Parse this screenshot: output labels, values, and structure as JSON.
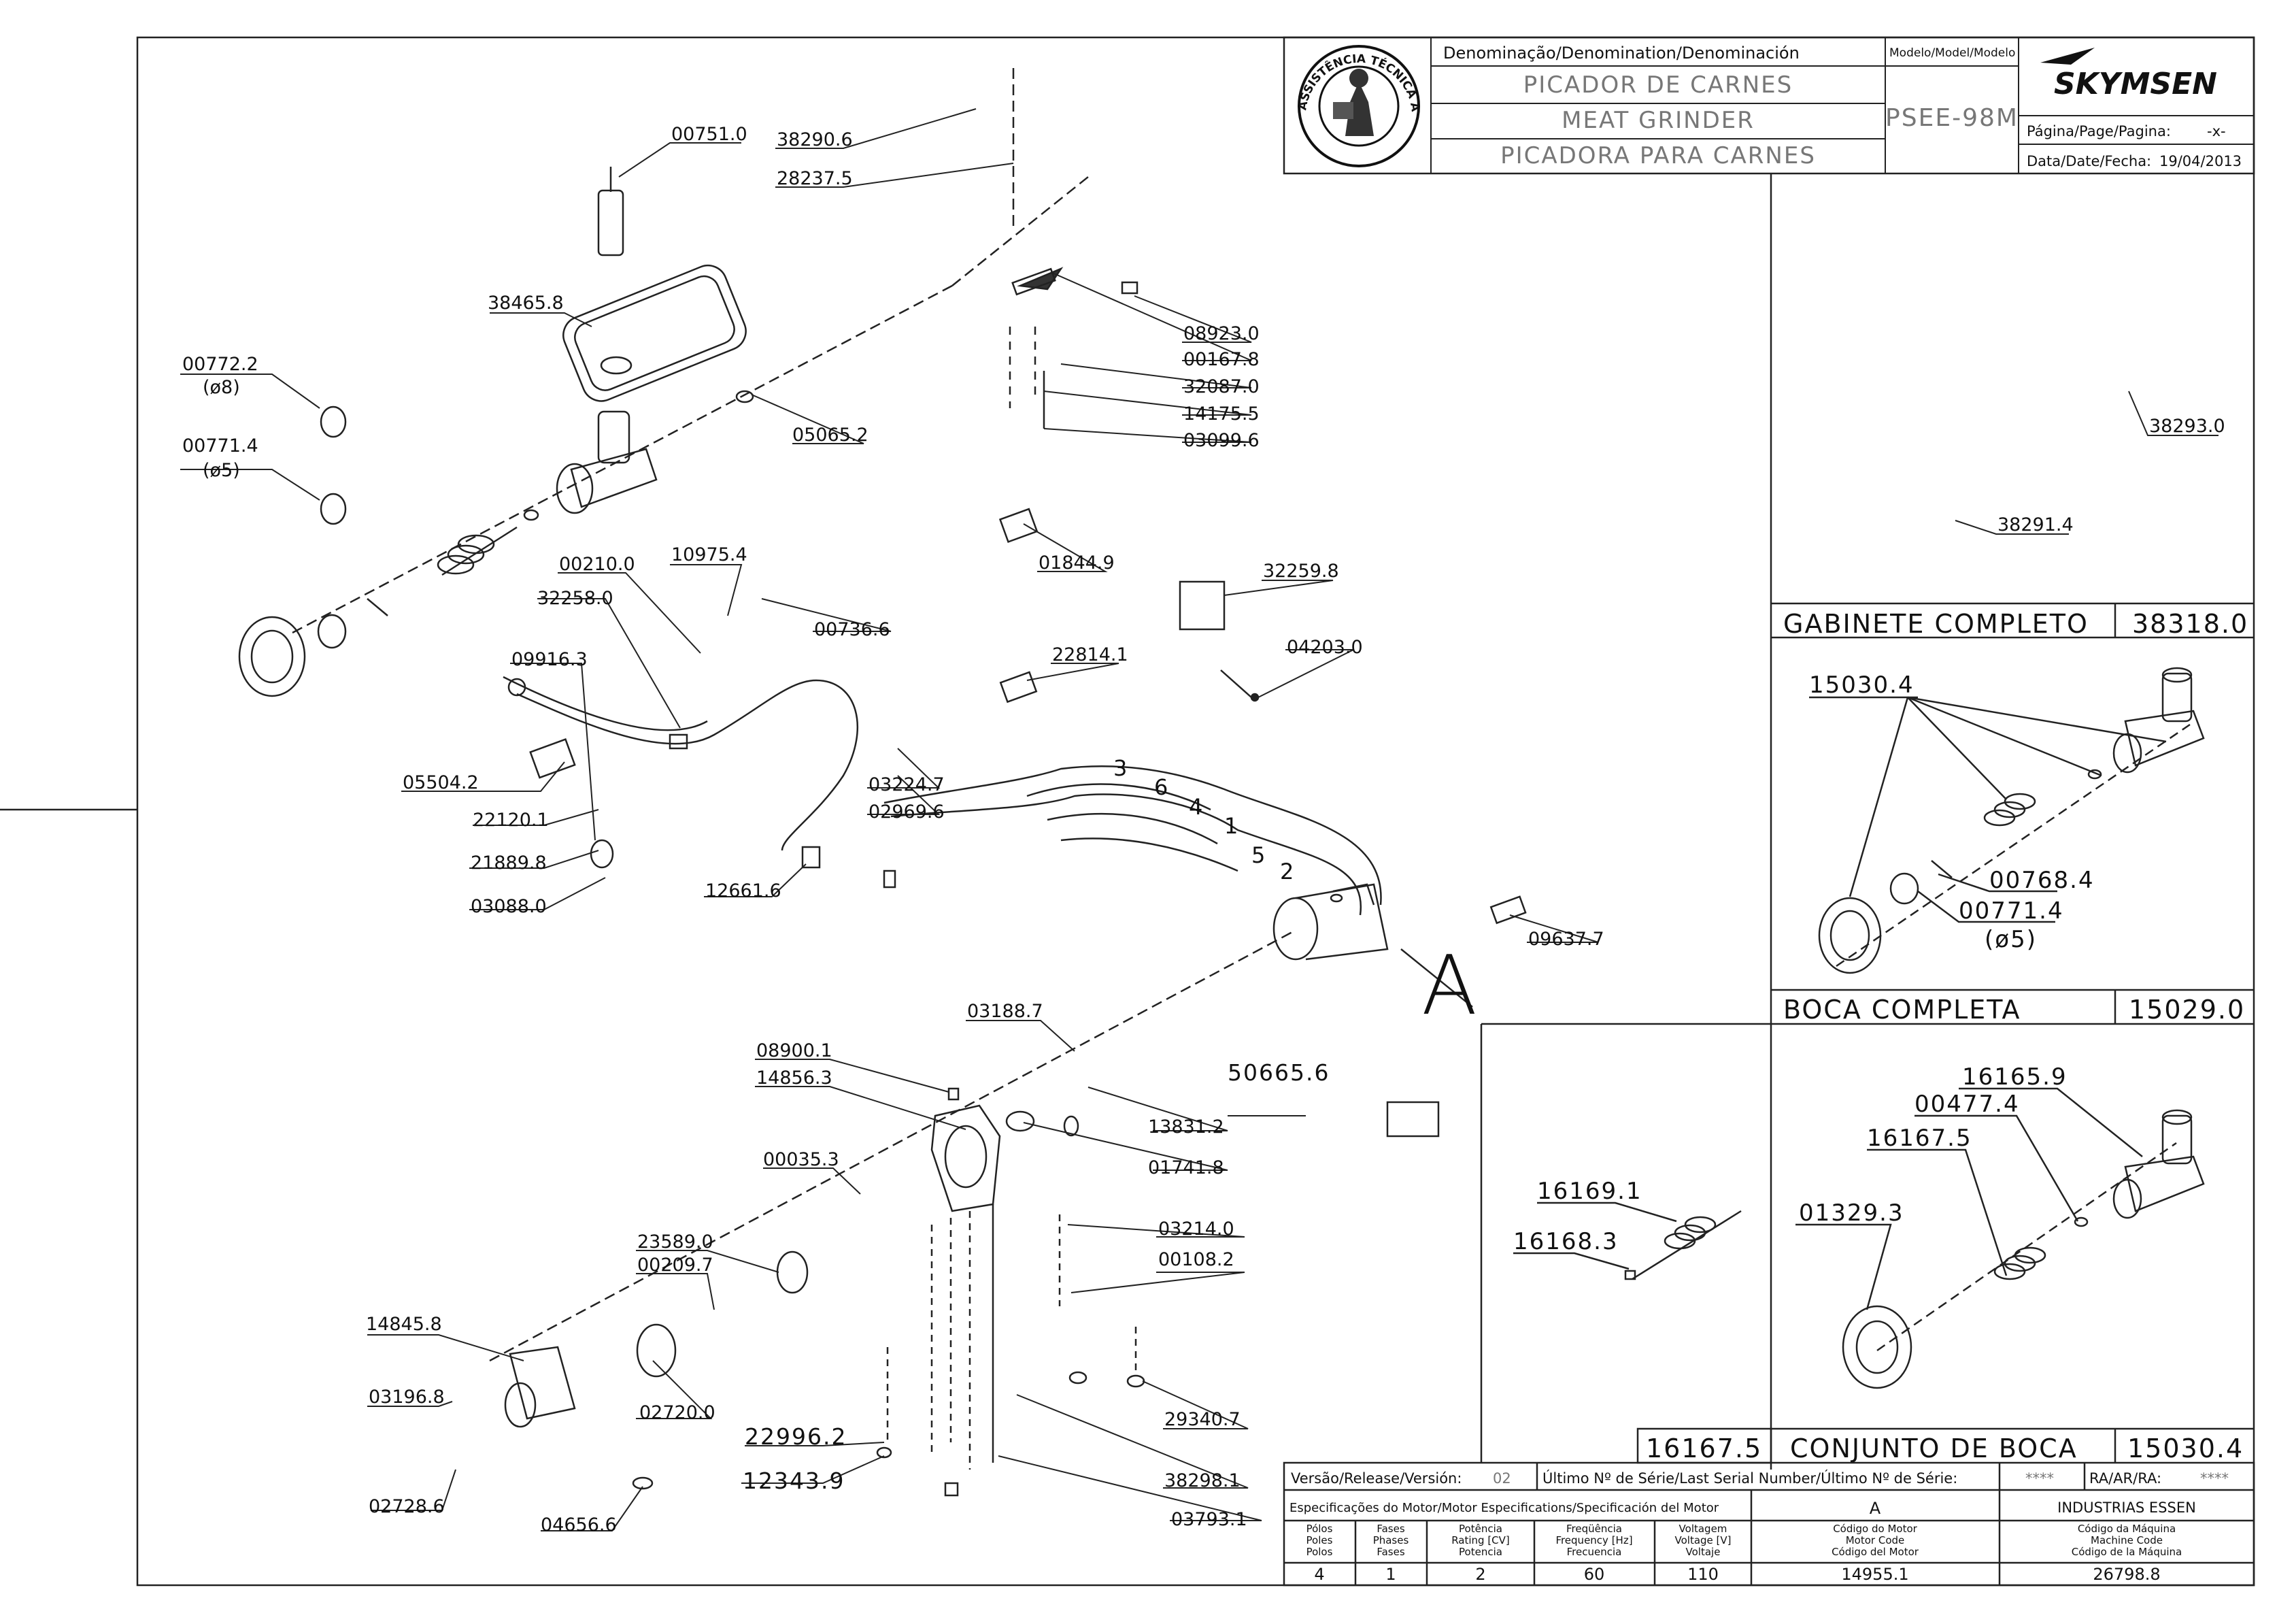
{
  "title_block": {
    "denomination_header": "Denominação/Denomination/Denominación",
    "name_pt": "PICADOR DE CARNES",
    "name_en": "MEAT GRINDER",
    "name_es": "PICADORA PARA CARNES",
    "model_header": "Modelo/Model/Modelo",
    "model": "PSEE-98M",
    "brand": "SKYMSEN",
    "page_label": "Página/Page/Pagina:",
    "page_value": "-x-",
    "date_label": "Data/Date/Fecha:",
    "date_value": "19/04/2013",
    "seal_text": "ASSISTÊNCIA TÉCNICA AUTORIZADA"
  },
  "parts": {
    "p00751": "00751.0",
    "p38290": "38290.6",
    "p28237": "28237.5",
    "p38465": "38465.8",
    "p00772": "00772.2",
    "p00772_note": "(ø8)",
    "p00771a": "00771.4",
    "p00771a_note": "(ø5)",
    "p05065": "05065.2",
    "p08923": "08923.0",
    "p00167": "00167.8",
    "p32087": "32087.0",
    "p14175": "14175.5",
    "p03099": "03099.6",
    "p00210": "00210.0",
    "p10975": "10975.4",
    "p32258": "32258.0",
    "p00736": "00736.6",
    "p01844": "01844.9",
    "p32259": "32259.8",
    "p09916": "09916.3",
    "p22814": "22814.1",
    "p04203": "04203.0",
    "p05504": "05504.2",
    "p03224": "03224.7",
    "p02969": "02969.6",
    "p22120": "22120.1",
    "p21889": "21889.8",
    "p03088": "03088.0",
    "p12661": "12661.6",
    "p09637": "09637.7",
    "p03188": "03188.7",
    "p08900": "08900.1",
    "p14856": "14856.3",
    "p50665": "50665.6",
    "p13831": "13831.2",
    "p00035": "00035.3",
    "p01741": "01741.8",
    "p23589": "23589.0",
    "p00209": "00209.7",
    "p03214": "03214.0",
    "p00108": "00108.2",
    "p14845": "14845.8",
    "p03196": "03196.8",
    "p02720": "02720.0",
    "p22996": "22996.2",
    "p29340": "29340.7",
    "p12343": "12343.9",
    "p38298": "38298.1",
    "p02728": "02728.6",
    "p04656": "04656.6",
    "p03793": "03793.1",
    "p38293": "38293.0",
    "p38291": "38291.4",
    "p15030a": "15030.4",
    "p00768": "00768.4",
    "p00771b": "00771.4",
    "p00771b_note": "(ø5)",
    "p16165": "16165.9",
    "p00477": "00477.4",
    "p16167a": "16167.5",
    "p01329": "01329.3",
    "p16169": "16169.1",
    "p16168": "16168.3"
  },
  "wire_numbers": [
    "3",
    "6",
    "4",
    "1",
    "5",
    "2"
  ],
  "view_letter": "A",
  "sections": {
    "gabinete_label": "GABINETE COMPLETO",
    "gabinete_code": "38318.0",
    "boca_label": "BOCA COMPLETA",
    "boca_code": "15029.0",
    "conjunto_code_left": "16167.5",
    "conjunto_label": "CONJUNTO DE BOCA",
    "conjunto_code": "15030.4"
  },
  "footer": {
    "version_label": "Versão/Release/Versión:",
    "version_value": "02",
    "serial_label": "Último Nº de Série/Last Serial Number/Último Nº de Série:",
    "serial_value": "****",
    "ra_label": "RA/AR/RA:",
    "ra_value": "****",
    "motor_spec_label": "Especificações do Motor/Motor Especifications/Specificación del Motor",
    "motor_letter": "A",
    "maker": "INDUSTRIAS ESSEN",
    "col_poles": [
      "Pólos",
      "Poles",
      "Polos"
    ],
    "col_phases": [
      "Fases",
      "Phases",
      "Fases"
    ],
    "col_power": [
      "Potência",
      "Rating [CV]",
      "Potencia"
    ],
    "col_freq": [
      "Freqüência",
      "Frequency [Hz]",
      "Frecuencia"
    ],
    "col_volt": [
      "Voltagem",
      "Voltage [V]",
      "Voltaje"
    ],
    "col_motor_code": [
      "Código do Motor",
      "Motor Code",
      "Código del Motor"
    ],
    "col_machine_code": [
      "Código da Máquina",
      "Machine Code",
      "Código de la Máquina"
    ],
    "val_poles": "4",
    "val_phases": "1",
    "val_power": "2",
    "val_freq": "60",
    "val_volt": "110",
    "val_motor_code": "14955.1",
    "val_machine_code": "26798.8"
  }
}
